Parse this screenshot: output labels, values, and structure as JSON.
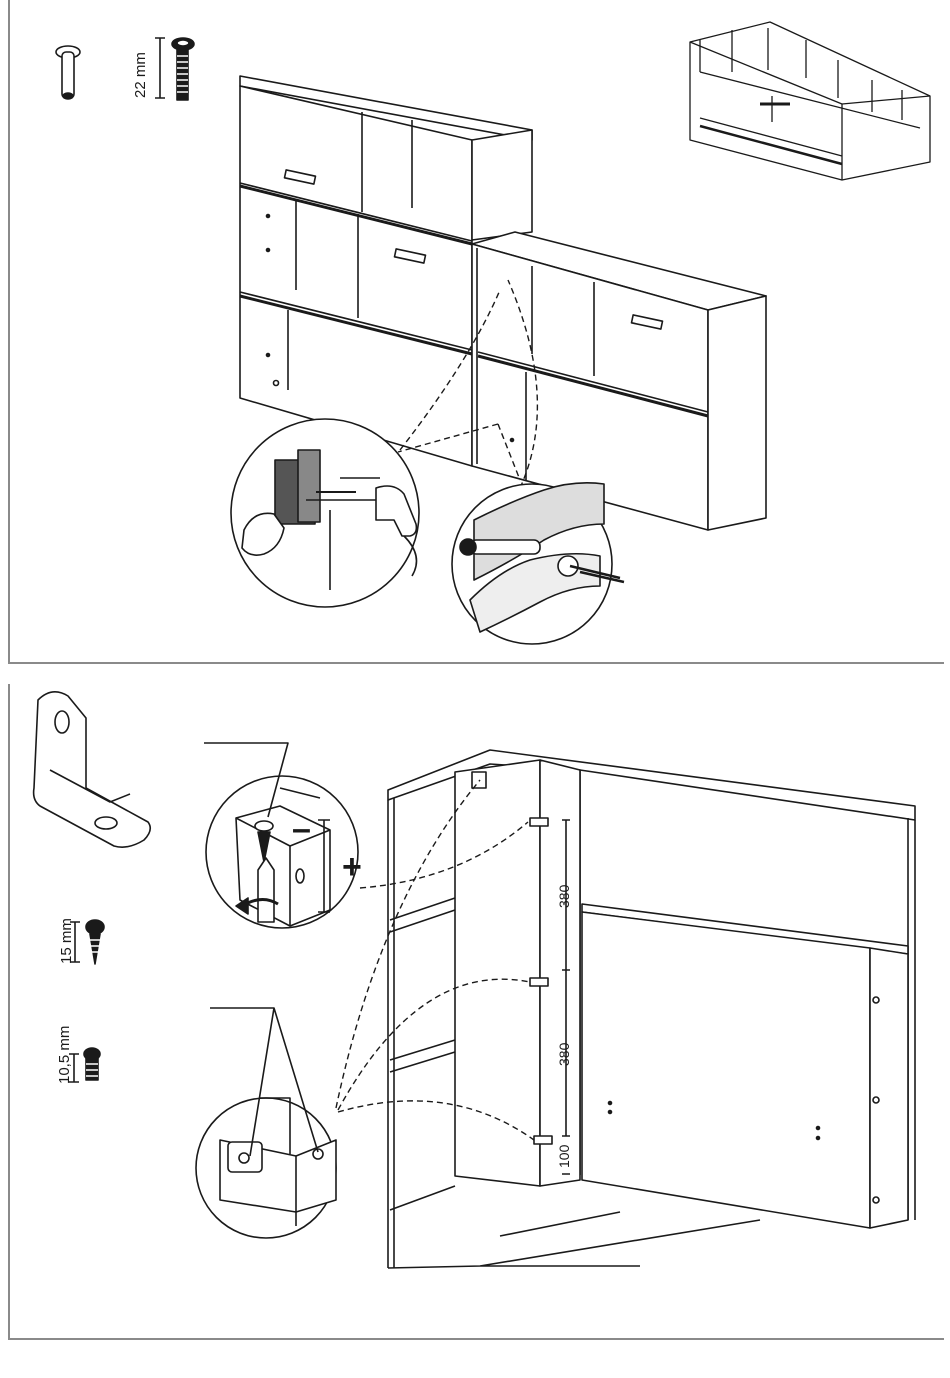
{
  "step_top": {
    "screw_length_label": "22 mm"
  },
  "step_bottom": {
    "screw_a_label": "15 mm",
    "screw_b_label": "10,5 mm",
    "minus_symbol": "–",
    "plus_symbol": "+",
    "dimensions": [
      "380",
      "380",
      "100"
    ]
  },
  "colors": {
    "line": "#1a1a1a",
    "frame": "#8a8a8a",
    "fill": "#ffffff"
  }
}
